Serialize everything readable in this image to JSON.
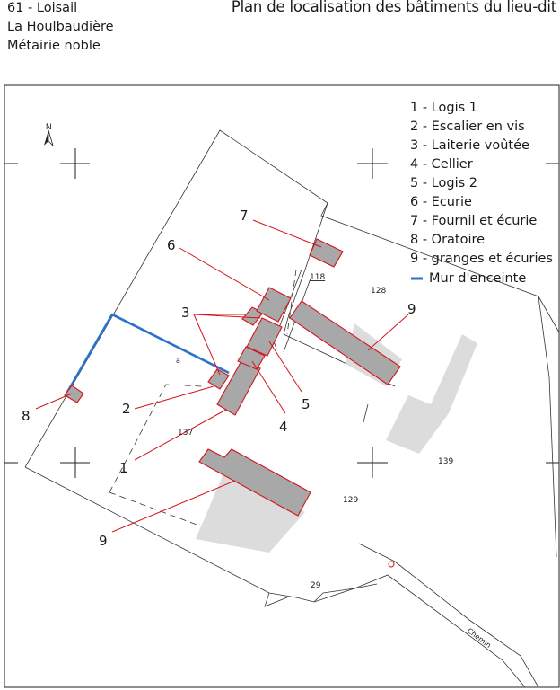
{
  "header": {
    "line1": "61 - Loisail",
    "line2": "La Houlbaudière",
    "line3": "Métairie noble",
    "title": "Plan de localisation des bâtiments du lieu-dit"
  },
  "north_label": "N",
  "legend": {
    "items": [
      "1 - Logis 1",
      "2 - Escalier en vis",
      "3 - Laiterie voûtée",
      "4 - Cellier",
      "5 - Logis 2",
      "6 - Ecurie",
      "7 - Fournil et écurie",
      "8 - Oratoire",
      "9 - granges et écuries"
    ],
    "wall_label": "Mur d'enceinte"
  },
  "callouts": [
    "1",
    "2",
    "3",
    "4",
    "5",
    "6",
    "7",
    "8",
    "9",
    "9"
  ],
  "parcels": [
    "128",
    "118",
    "137",
    "139",
    "129",
    "29",
    "a"
  ],
  "road_label": "Chemin",
  "colors": {
    "building_fill": "#a8a8a8",
    "building_stroke": "#d4141c",
    "callout_line": "#d4141c",
    "wall": "#2a73c9",
    "ghost": "#dcdcdc",
    "parcel_line": "#333333"
  }
}
